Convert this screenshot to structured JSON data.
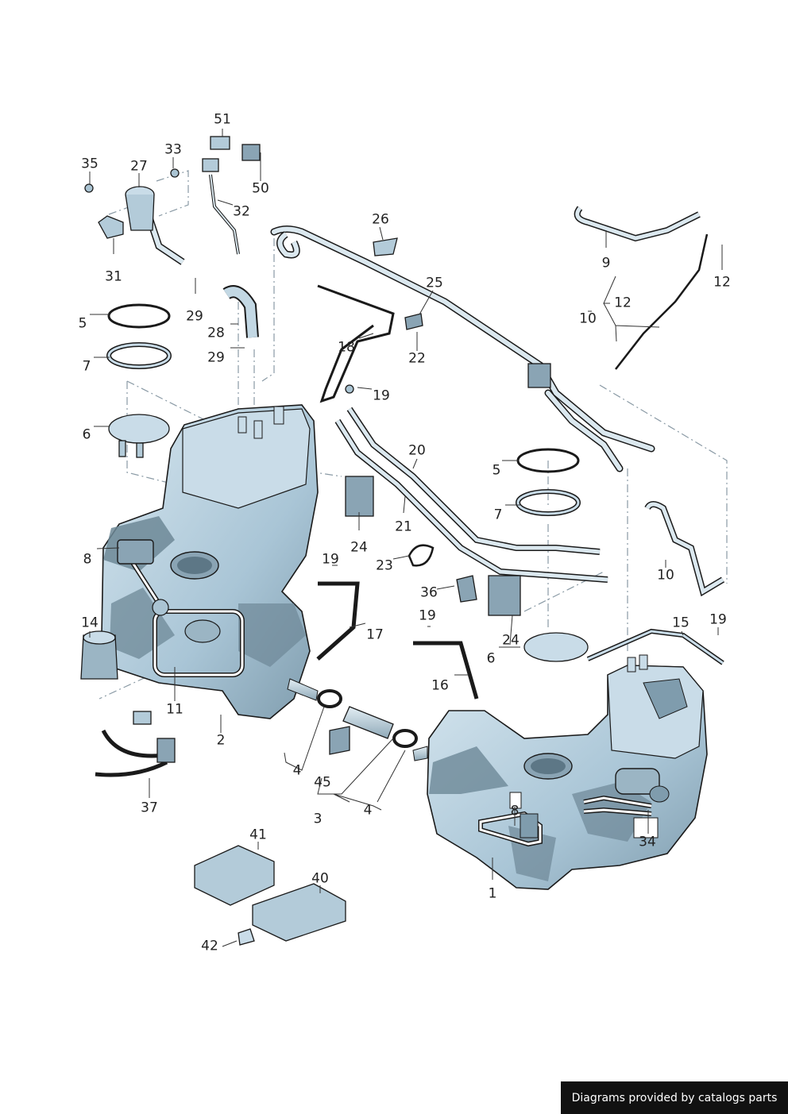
{
  "callouts": [
    {
      "id": "51",
      "label": "51"
    },
    {
      "id": "33",
      "label": "33"
    },
    {
      "id": "35",
      "label": "35"
    },
    {
      "id": "27",
      "label": "27"
    },
    {
      "id": "50",
      "label": "50"
    },
    {
      "id": "32",
      "label": "32"
    },
    {
      "id": "26",
      "label": "26"
    },
    {
      "id": "9",
      "label": "9"
    },
    {
      "id": "12a",
      "label": "12"
    },
    {
      "id": "31",
      "label": "31"
    },
    {
      "id": "25",
      "label": "25"
    },
    {
      "id": "12b",
      "label": "12"
    },
    {
      "id": "5a",
      "label": "5"
    },
    {
      "id": "29a",
      "label": "29"
    },
    {
      "id": "10a",
      "label": "10"
    },
    {
      "id": "28",
      "label": "28"
    },
    {
      "id": "18",
      "label": "18"
    },
    {
      "id": "7a",
      "label": "7"
    },
    {
      "id": "29b",
      "label": "29"
    },
    {
      "id": "22",
      "label": "22"
    },
    {
      "id": "19a",
      "label": "19"
    },
    {
      "id": "6a",
      "label": "6"
    },
    {
      "id": "20",
      "label": "20"
    },
    {
      "id": "5b",
      "label": "5"
    },
    {
      "id": "7b",
      "label": "7"
    },
    {
      "id": "21",
      "label": "21"
    },
    {
      "id": "24a",
      "label": "24"
    },
    {
      "id": "8a",
      "label": "8"
    },
    {
      "id": "19b",
      "label": "19"
    },
    {
      "id": "23",
      "label": "23"
    },
    {
      "id": "10b",
      "label": "10"
    },
    {
      "id": "36",
      "label": "36"
    },
    {
      "id": "14",
      "label": "14"
    },
    {
      "id": "19c",
      "label": "19"
    },
    {
      "id": "15",
      "label": "15"
    },
    {
      "id": "19d",
      "label": "19"
    },
    {
      "id": "17",
      "label": "17"
    },
    {
      "id": "24b",
      "label": "24"
    },
    {
      "id": "6b",
      "label": "6"
    },
    {
      "id": "16",
      "label": "16"
    },
    {
      "id": "11",
      "label": "11"
    },
    {
      "id": "2",
      "label": "2"
    },
    {
      "id": "4a",
      "label": "4"
    },
    {
      "id": "45",
      "label": "45"
    },
    {
      "id": "8b",
      "label": "8"
    },
    {
      "id": "37",
      "label": "37"
    },
    {
      "id": "4b",
      "label": "4"
    },
    {
      "id": "3",
      "label": "3"
    },
    {
      "id": "34",
      "label": "34"
    },
    {
      "id": "41",
      "label": "41"
    },
    {
      "id": "1",
      "label": "1"
    },
    {
      "id": "40",
      "label": "40"
    },
    {
      "id": "42",
      "label": "42"
    }
  ],
  "footer": {
    "text": "Diagrams provided by catalogs parts"
  },
  "colors": {
    "part_fill": "#b9d3e3",
    "part_shade": "#6d8897",
    "outline": "#1a1a1a",
    "leader": "#7a8a95"
  }
}
